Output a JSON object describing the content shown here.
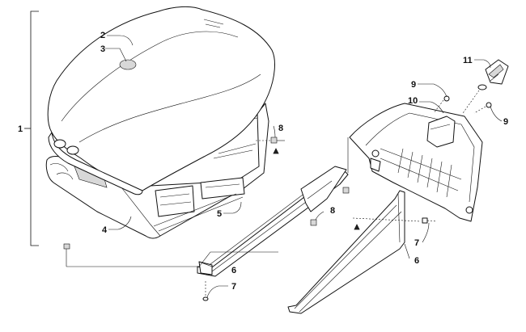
{
  "callouts": {
    "c1": "1",
    "c2": "2",
    "c3": "3",
    "c4": "4",
    "c5": "5",
    "c6a": "6",
    "c6b": "6",
    "c7a": "7",
    "c7b": "7",
    "c8a": "8",
    "c8b": "8",
    "c9a": "9",
    "c9b": "9",
    "c10": "10",
    "c11": "11"
  }
}
